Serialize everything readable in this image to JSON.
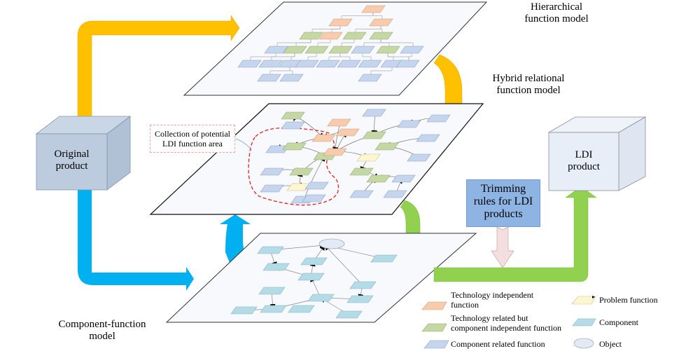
{
  "labels": {
    "hierarchical": [
      "Hierarchical",
      "function model"
    ],
    "hybrid": [
      "Hybrid relational",
      "function model"
    ],
    "component_function": [
      "Component-function",
      "model"
    ],
    "original_product": [
      "Original",
      "product"
    ],
    "ldi_product": [
      "LDI",
      "product"
    ],
    "trimming_rules": [
      "Trimming",
      "rules for LDI",
      "products"
    ],
    "callout": [
      "Collection of potential",
      "LDI function area"
    ]
  },
  "legend": {
    "tech_independent": [
      "Technology independent",
      "function"
    ],
    "tech_related": [
      "Technology related but",
      "component independent function"
    ],
    "component_related": "Component related function",
    "problem": "Problem function",
    "component": "Component",
    "object": "Object"
  },
  "colors": {
    "tech_independent": "#f8cbad",
    "tech_related": "#c5d8a4",
    "component_related": "#c5d5ee",
    "problem": "#fdf6d0",
    "component": "#b4dbe6",
    "object": "#e4eaf5",
    "arrow_yellow": "#ffc000",
    "arrow_blue": "#00b0f0",
    "arrow_green": "#92d050",
    "arrow_pink": "#f4dede",
    "original_box": "#bccbdd",
    "ldi_box": "#e8eef8",
    "trim_box": "#8eb4e3",
    "callout_border": "#ff0000"
  }
}
